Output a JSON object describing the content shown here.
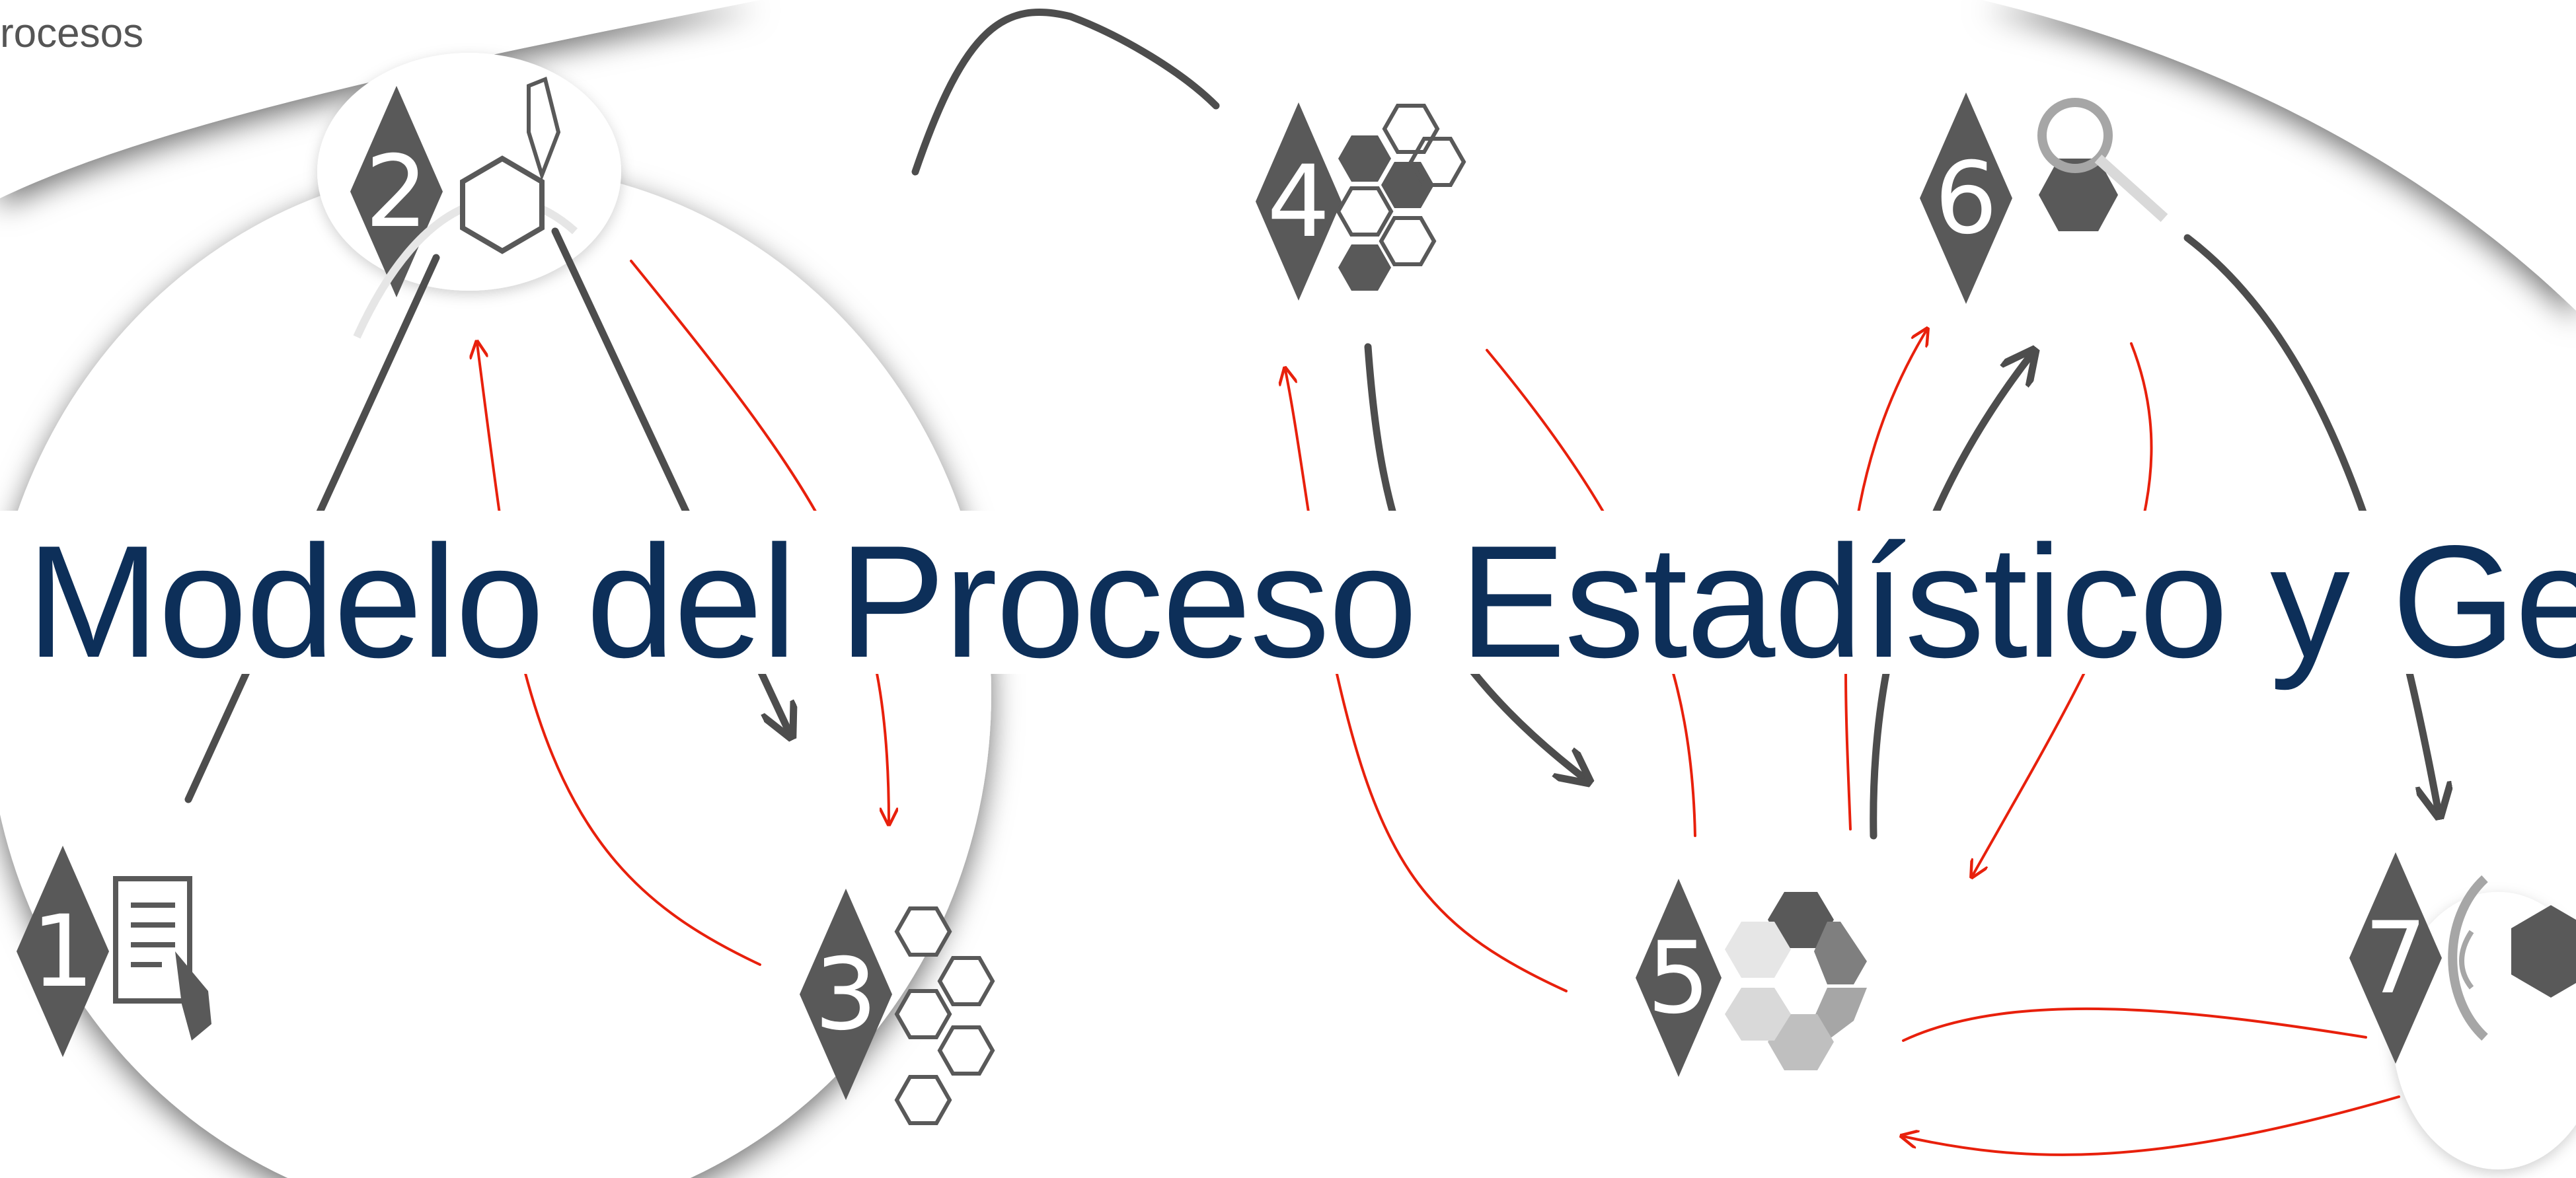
{
  "header": {
    "corner_text": "rocesos",
    "title": "Modelo del Proceso Estadístico y Ge"
  },
  "phases": [
    {
      "number": "1",
      "icon": "document-hand-icon"
    },
    {
      "number": "2",
      "icon": "pen-hexagon-icon"
    },
    {
      "number": "3",
      "icon": "hexagon-cluster-icon"
    },
    {
      "number": "4",
      "icon": "honeycomb-icon"
    },
    {
      "number": "5",
      "icon": "hexagon-ring-icon"
    },
    {
      "number": "6",
      "icon": "magnifier-hexagon-icon"
    },
    {
      "number": "7",
      "icon": "broadcast-hexagon-icon"
    }
  ],
  "colors": {
    "title": "#0d2f59",
    "diamond": "#595959",
    "hexagon": "#595959",
    "main_arrow": "#4d4d4d",
    "feedback_arrow": "#e8200c",
    "background": "#ffffff"
  }
}
